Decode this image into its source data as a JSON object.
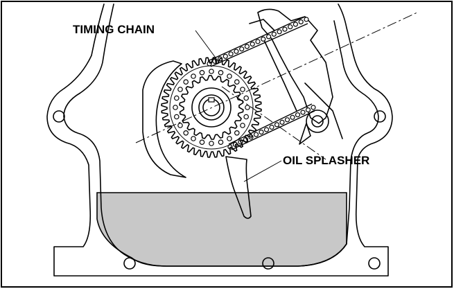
{
  "labels": {
    "timing_chain": "TIMING CHAIN",
    "oil_splasher": "OIL SPLASHER"
  },
  "colors": {
    "oil": "#c8c8c8",
    "line": "#000000",
    "background": "#ffffff"
  },
  "gear": {
    "teeth": 44,
    "inner_teeth": 22,
    "chain_links": 24
  }
}
